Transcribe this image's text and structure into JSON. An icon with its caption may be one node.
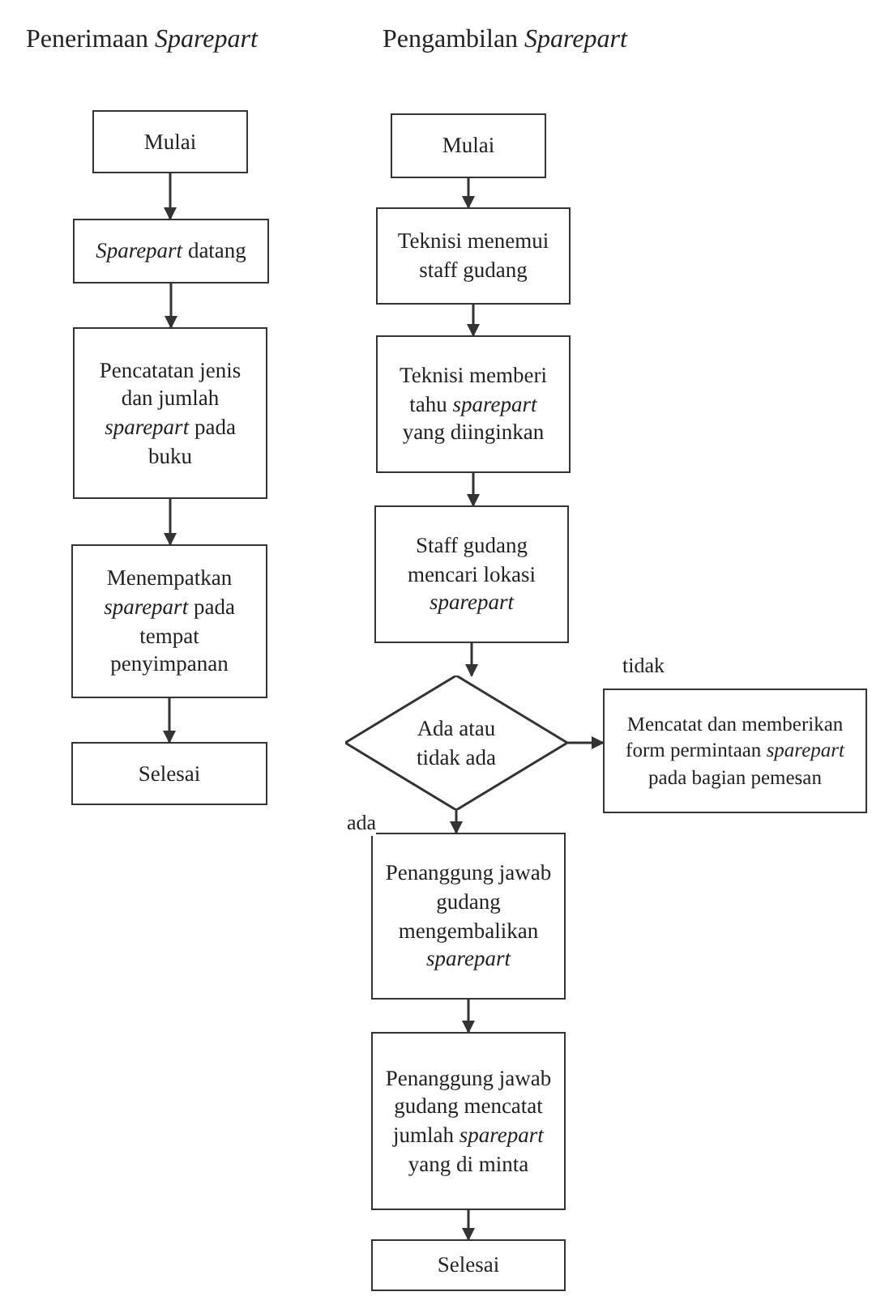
{
  "diagram": {
    "labels": [
      "Penerimaan *Sparepart*",
      "Pengambilan *Sparepart*"
    ],
    "nodes": [
      {
        "text": [
          "Mulai"
        ]
      },
      {
        "text": [
          "*Sparepart* datang"
        ]
      },
      {
        "text": [
          "Pencatatan jenis dan jumlah *sparepart* pada buku"
        ]
      },
      {
        "text": [
          "Menempatkan *sparepart* pada tempat penyimpanan"
        ]
      },
      {
        "text": [
          "Selesai"
        ]
      },
      {
        "text": [
          "Mulai"
        ]
      },
      {
        "text": [
          "Teknisi menemui staff gudang"
        ]
      },
      {
        "text": [
          "Teknisi memberi tahu *sparepart* yang diinginkan"
        ]
      },
      {
        "text": [
          "Staff gudang mencari lokasi *sparepart*"
        ]
      },
      {
        "text": [
          "Ada atau tidak ada"
        ]
      },
      {
        "text": [
          "Mencatat dan memberikan form permintaan *sparepart* pada bagian pemesan"
        ]
      },
      {
        "text": [
          "Penanggung jawab gudang mengembalikan *sparepart*"
        ]
      },
      {
        "text": [
          "Penanggung jawab gudang mencatat jumlah *sparepart* yang di minta"
        ]
      },
      {
        "text": [
          "Selesai"
        ]
      }
    ],
    "edges": [
      {
        "from": 0,
        "to": 1,
        "arrow": "to"
      },
      {
        "from": 1,
        "to": 2,
        "arrow": "to"
      },
      {
        "from": 2,
        "to": 3,
        "arrow": "to"
      },
      {
        "from": 3,
        "to": 4,
        "arrow": "to"
      },
      {
        "from": 5,
        "to": 6,
        "arrow": "to"
      },
      {
        "from": 6,
        "to": 7,
        "arrow": "to"
      },
      {
        "from": 7,
        "to": 8,
        "arrow": "to"
      },
      {
        "from": 8,
        "to": 9,
        "arrow": "to"
      },
      {
        "from": 9,
        "to": 10,
        "arrow": "to",
        "label": "tidak"
      },
      {
        "from": 9,
        "to": 11,
        "arrow": "to",
        "label": "ada"
      },
      {
        "from": 11,
        "to": 12,
        "arrow": "to"
      },
      {
        "from": 12,
        "to": 13,
        "arrow": "to"
      }
    ]
  }
}
